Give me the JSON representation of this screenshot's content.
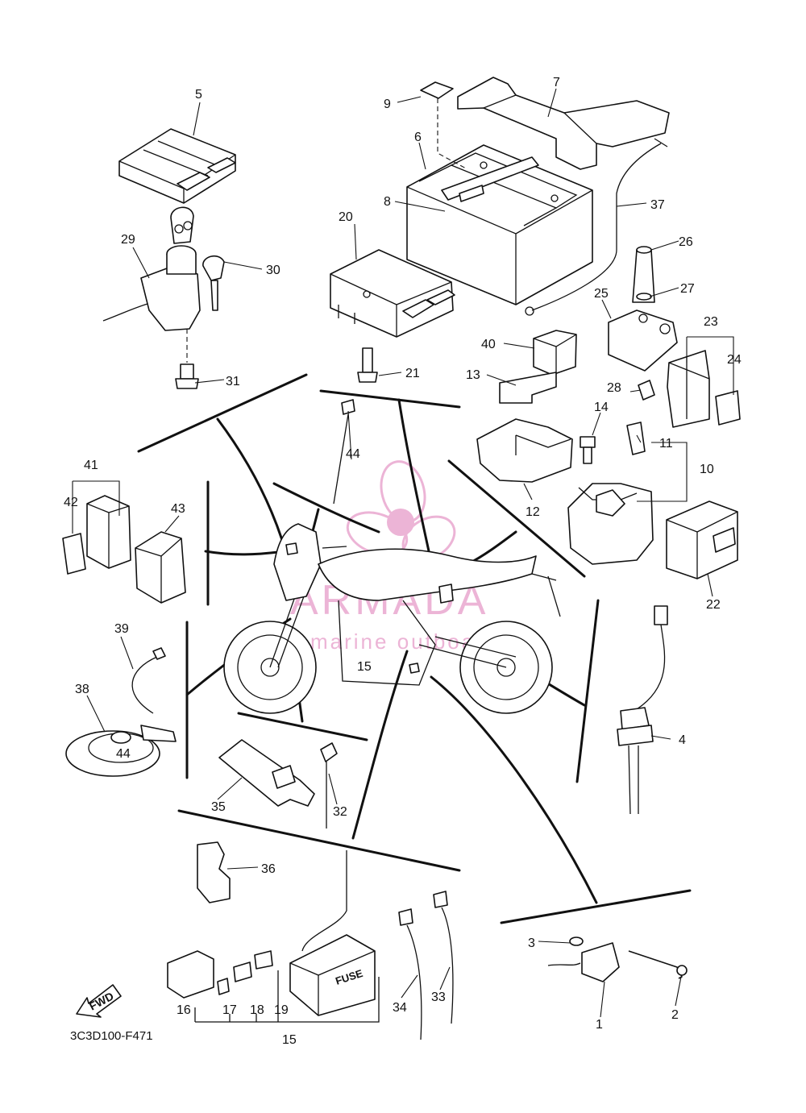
{
  "diagram": {
    "drawing_number": "3C3D100-F471",
    "fwd_label": "FWD",
    "fuse_label": "FUSE",
    "horn_mark": "44",
    "watermark": {
      "brand": "ARMADA",
      "tagline": "marine outboards",
      "color": "#e9a8cf"
    },
    "part_labels": {
      "p1": "1",
      "p2": "2",
      "p3": "3",
      "p4": "4",
      "p5": "5",
      "p6": "6",
      "p7": "7",
      "p8": "8",
      "p9": "9",
      "p10": "10",
      "p11": "11",
      "p12": "12",
      "p13": "13",
      "p14": "14",
      "p15a": "15",
      "p15b": "15",
      "p16": "16",
      "p17": "17",
      "p18": "18",
      "p19": "19",
      "p20": "20",
      "p21": "21",
      "p22": "22",
      "p23": "23",
      "p24": "24",
      "p25": "25",
      "p26": "26",
      "p27": "27",
      "p28": "28",
      "p29": "29",
      "p30": "30",
      "p31": "31",
      "p32": "32",
      "p33": "33",
      "p34": "34",
      "p35": "35",
      "p36": "36",
      "p37": "37",
      "p38": "38",
      "p39": "39",
      "p40": "40",
      "p41": "41",
      "p42": "42",
      "p43": "43",
      "p44": "44"
    }
  }
}
